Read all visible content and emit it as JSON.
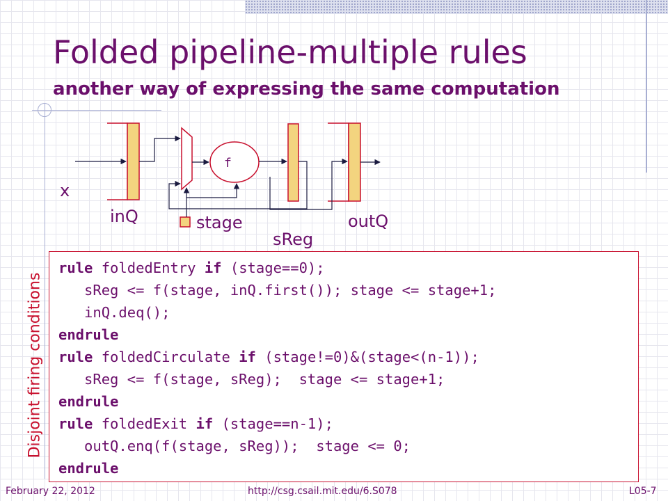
{
  "slide": {
    "title": "Folded pipeline-multiple rules",
    "subtitle": "another way of expressing the same computation"
  },
  "diagram": {
    "function_label": "f",
    "input_label": "x",
    "inq_label": "inQ",
    "stage_label": "stage",
    "sreg_label": "sReg",
    "outq_label": "outQ",
    "colors": {
      "register_fill": "#f3d47f",
      "register_border": "#c8102e",
      "wire": "#1a1a40",
      "muted_stroke": "#c8102e"
    }
  },
  "side_label": "Disjoint firing conditions",
  "code": {
    "lines": [
      [
        {
          "t": "rule",
          "k": true
        },
        {
          "t": " foldedEntry "
        },
        {
          "t": "if",
          "k": true
        },
        {
          "t": " (stage==0);"
        }
      ],
      [
        {
          "t": "   sReg <= f(stage, inQ.first()); stage <= stage+1;"
        }
      ],
      [
        {
          "t": "   inQ.deq();"
        }
      ],
      [
        {
          "t": "endrule",
          "k": true
        }
      ],
      [
        {
          "t": "rule",
          "k": true
        },
        {
          "t": " foldedCirculate "
        },
        {
          "t": "if",
          "k": true
        },
        {
          "t": " (stage!=0)&(stage<(n-1));"
        }
      ],
      [
        {
          "t": "   sReg <= f(stage, sReg);  stage <= stage+1;"
        }
      ],
      [
        {
          "t": "endrule",
          "k": true
        }
      ],
      [
        {
          "t": "rule",
          "k": true
        },
        {
          "t": " foldedExit "
        },
        {
          "t": "if",
          "k": true
        },
        {
          "t": " (stage==n-1);"
        }
      ],
      [
        {
          "t": "   outQ.enq(f(stage, sReg));  stage <= 0;"
        }
      ],
      [
        {
          "t": "endrule",
          "k": true
        }
      ]
    ]
  },
  "footer": {
    "date": "February 22, 2012",
    "url": "http://csg.csail.mit.edu/6.S078",
    "page": "L05-7"
  }
}
